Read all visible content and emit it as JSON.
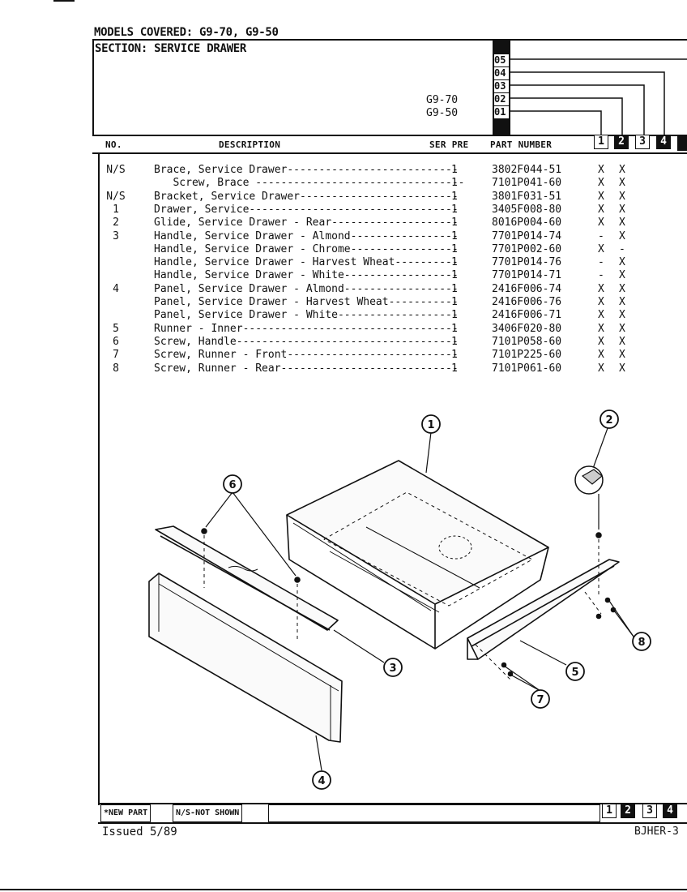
{
  "header": {
    "models_covered": "MODELS COVERED:  G9-70, G9-50",
    "section": "SECTION:  SERVICE DRAWER",
    "model_labels": [
      "G9-70",
      "G9-50"
    ],
    "version_codes": [
      "05",
      "04",
      "03",
      "02",
      "01"
    ]
  },
  "table": {
    "col_no": "NO.",
    "col_description": "DESCRIPTION",
    "col_ser_pre": "SER PRE",
    "col_part_number": "PART NUMBER",
    "rev_columns": [
      "1",
      "2",
      "3",
      "4"
    ],
    "rows": [
      {
        "no": "N/S",
        "desc": "Brace, Service Drawer---------------------------",
        "qty": "1",
        "part": "3802F044-51",
        "c1": "X",
        "c2": "X"
      },
      {
        "no": "",
        "desc": "   Screw, Brace ---------------------------------",
        "qty": "1",
        "part": "7101P041-60",
        "c1": "X",
        "c2": "X"
      },
      {
        "no": "N/S",
        "desc": "Bracket, Service Drawer-------------------------",
        "qty": "1",
        "part": "3801F031-51",
        "c1": "X",
        "c2": "X"
      },
      {
        "no": "1",
        "desc": "Drawer, Service---------------------------------",
        "qty": "1",
        "part": "3405F008-80",
        "c1": "X",
        "c2": "X"
      },
      {
        "no": "2",
        "desc": "Glide, Service Drawer - Rear--------------------",
        "qty": "1",
        "part": "8016P004-60",
        "c1": "X",
        "c2": "X"
      },
      {
        "no": "3",
        "desc": "Handle, Service Drawer - Almond-----------------",
        "qty": "1",
        "part": "7701P014-74",
        "c1": "-",
        "c2": "X"
      },
      {
        "no": "",
        "desc": "Handle, Service Drawer - Chrome-----------------",
        "qty": "1",
        "part": "7701P002-60",
        "c1": "X",
        "c2": "-"
      },
      {
        "no": "",
        "desc": "Handle, Service Drawer - Harvest Wheat----------",
        "qty": "1",
        "part": "7701P014-76",
        "c1": "-",
        "c2": "X"
      },
      {
        "no": "",
        "desc": "Handle, Service Drawer - White------------------",
        "qty": "1",
        "part": "7701P014-71",
        "c1": "-",
        "c2": "X"
      },
      {
        "no": "4",
        "desc": "Panel, Service Drawer - Almond------------------",
        "qty": "1",
        "part": "2416F006-74",
        "c1": "X",
        "c2": "X"
      },
      {
        "no": "",
        "desc": "Panel, Service Drawer - Harvest Wheat-----------",
        "qty": "1",
        "part": "2416F006-76",
        "c1": "X",
        "c2": "X"
      },
      {
        "no": "",
        "desc": "Panel, Service Drawer - White-------------------",
        "qty": "1",
        "part": "2416F006-71",
        "c1": "X",
        "c2": "X"
      },
      {
        "no": "5",
        "desc": "Runner - Inner----------------------------------",
        "qty": "1",
        "part": "3406F020-80",
        "c1": "X",
        "c2": "X"
      },
      {
        "no": "6",
        "desc": "Screw, Handle-----------------------------------",
        "qty": "1",
        "part": "7101P058-60",
        "c1": "X",
        "c2": "X"
      },
      {
        "no": "7",
        "desc": "Screw, Runner - Front---------------------------",
        "qty": "1",
        "part": "7101P225-60",
        "c1": "X",
        "c2": "X"
      },
      {
        "no": "8",
        "desc": "Screw, Runner - Rear----------------------------",
        "qty": "1",
        "part": "7101P061-60",
        "c1": "X",
        "c2": "X"
      }
    ]
  },
  "diagram": {
    "callouts": [
      "1",
      "2",
      "3",
      "4",
      "5",
      "6",
      "7",
      "8"
    ]
  },
  "footer": {
    "new_part": "*NEW PART",
    "not_shown": "N/S-NOT SHOWN",
    "rev_columns": [
      "1",
      "2",
      "3",
      "4"
    ],
    "issued": "Issued 5/89",
    "doc_code": "BJHER-3"
  }
}
